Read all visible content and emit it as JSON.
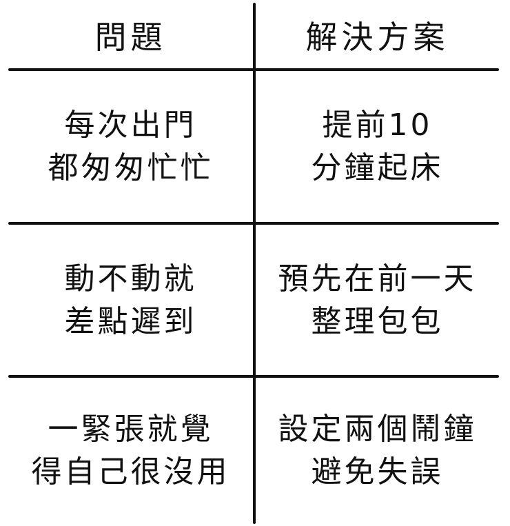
{
  "header": {
    "problem": "問題",
    "solution": "解決方案"
  },
  "rows": [
    {
      "problem": [
        "每次出門",
        "都匆匆忙忙"
      ],
      "solution": [
        "提前10",
        "分鐘起床"
      ]
    },
    {
      "problem": [
        "動不動就",
        "差點遲到"
      ],
      "solution": [
        "預先在前一天",
        "整理包包"
      ]
    },
    {
      "problem": [
        "一緊張就覺",
        "得自己很沒用"
      ],
      "solution": [
        "設定兩個鬧鐘",
        "避免失誤"
      ]
    }
  ]
}
